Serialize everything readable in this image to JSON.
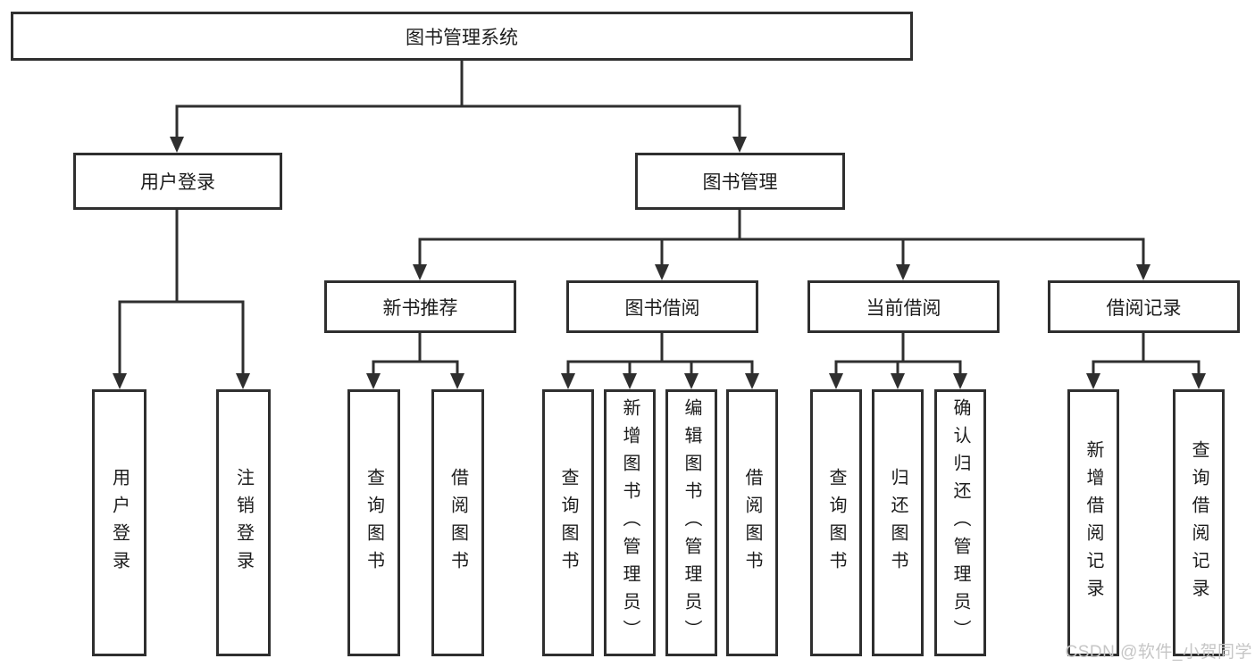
{
  "diagram": {
    "type": "hierarchy-tree",
    "nodes": {
      "root": {
        "label": "图书管理系统"
      },
      "user_login": {
        "label": "用户登录"
      },
      "book_management": {
        "label": "图书管理"
      },
      "new_book_recommend": {
        "label": "新书推荐"
      },
      "book_borrow": {
        "label": "图书借阅"
      },
      "current_borrow": {
        "label": "当前借阅"
      },
      "borrow_records": {
        "label": "借阅记录"
      },
      "leaf_user_login": {
        "label": "用户登录"
      },
      "leaf_logout_login": {
        "label": "注销登录"
      },
      "leaf_nbr_query_book": {
        "label": "查询图书"
      },
      "leaf_nbr_borrow_book": {
        "label": "借阅图书"
      },
      "leaf_bb_query_book": {
        "label": "查询图书"
      },
      "leaf_bb_add_book_admin": {
        "label": "新增图书（管理员）"
      },
      "leaf_bb_edit_book_admin": {
        "label": "编辑图书（管理员）"
      },
      "leaf_bb_borrow_book": {
        "label": "借阅图书"
      },
      "leaf_cb_query_book": {
        "label": "查询图书"
      },
      "leaf_cb_return_book": {
        "label": "归还图书"
      },
      "leaf_cb_confirm_return_admin": {
        "label": "确认归还（管理员）"
      },
      "leaf_br_add_record": {
        "label": "新增借阅记录"
      },
      "leaf_br_query_record": {
        "label": "查询借阅记录"
      }
    },
    "edges": [
      [
        "root",
        "user_login"
      ],
      [
        "root",
        "book_management"
      ],
      [
        "user_login",
        "leaf_user_login"
      ],
      [
        "user_login",
        "leaf_logout_login"
      ],
      [
        "book_management",
        "new_book_recommend"
      ],
      [
        "book_management",
        "book_borrow"
      ],
      [
        "book_management",
        "current_borrow"
      ],
      [
        "book_management",
        "borrow_records"
      ],
      [
        "new_book_recommend",
        "leaf_nbr_query_book"
      ],
      [
        "new_book_recommend",
        "leaf_nbr_borrow_book"
      ],
      [
        "book_borrow",
        "leaf_bb_query_book"
      ],
      [
        "book_borrow",
        "leaf_bb_add_book_admin"
      ],
      [
        "book_borrow",
        "leaf_bb_edit_book_admin"
      ],
      [
        "book_borrow",
        "leaf_bb_borrow_book"
      ],
      [
        "current_borrow",
        "leaf_cb_query_book"
      ],
      [
        "current_borrow",
        "leaf_cb_return_book"
      ],
      [
        "current_borrow",
        "leaf_cb_confirm_return_admin"
      ],
      [
        "borrow_records",
        "leaf_br_add_record"
      ],
      [
        "borrow_records",
        "leaf_br_query_record"
      ]
    ],
    "colors": {
      "line": "#2f2f2f",
      "box_border": "#2f2f2f",
      "text": "#1c1c1c",
      "background": "#ffffff",
      "watermark": "#c6c6c6"
    }
  },
  "watermark": {
    "text": "CSDN @软件_小贺同学"
  }
}
